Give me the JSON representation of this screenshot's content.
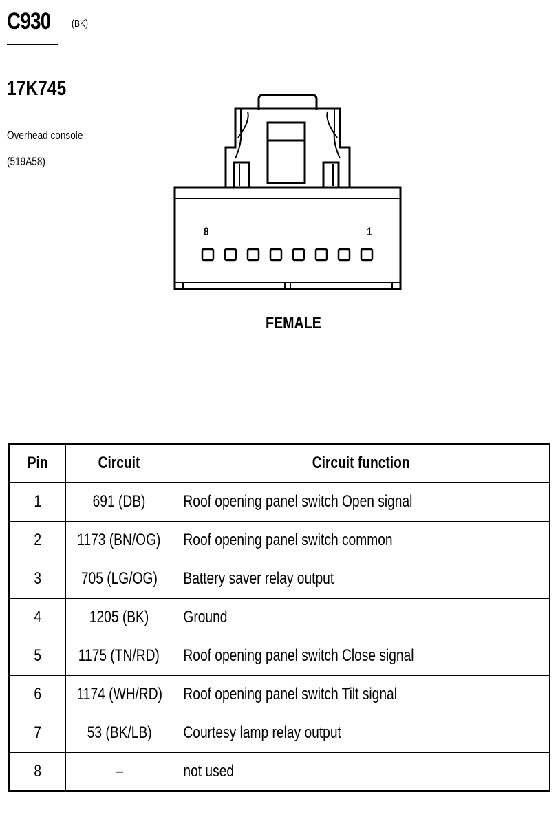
{
  "connector": {
    "id": "C930",
    "color_code": "(BK)",
    "part_number": "17K745",
    "description_line1": "Overhead console",
    "description_line2": "(519A58)",
    "pin_left_label": "8",
    "pin_right_label": "1",
    "gender": "FEMALE"
  },
  "table": {
    "headers": {
      "pin": "Pin",
      "circuit": "Circuit",
      "function": "Circuit function"
    },
    "rows": [
      {
        "pin": "1",
        "circuit": "691 (DB)",
        "function": "Roof opening panel switch  Open signal"
      },
      {
        "pin": "2",
        "circuit": "1173 (BN/OG)",
        "function": "Roof opening panel switch  common"
      },
      {
        "pin": "3",
        "circuit": "705 (LG/OG)",
        "function": "Battery saver relay output"
      },
      {
        "pin": "4",
        "circuit": "1205 (BK)",
        "function": "Ground"
      },
      {
        "pin": "5",
        "circuit": "1175 (TN/RD)",
        "function": "Roof opening panel switch  Close signal"
      },
      {
        "pin": "6",
        "circuit": "1174 (WH/RD)",
        "function": "Roof opening panel switch  Tilt signal"
      },
      {
        "pin": "7",
        "circuit": "53 (BK/LB)",
        "function": "Courtesy lamp relay output"
      },
      {
        "pin": "8",
        "circuit": "–",
        "function": "not used"
      }
    ]
  }
}
